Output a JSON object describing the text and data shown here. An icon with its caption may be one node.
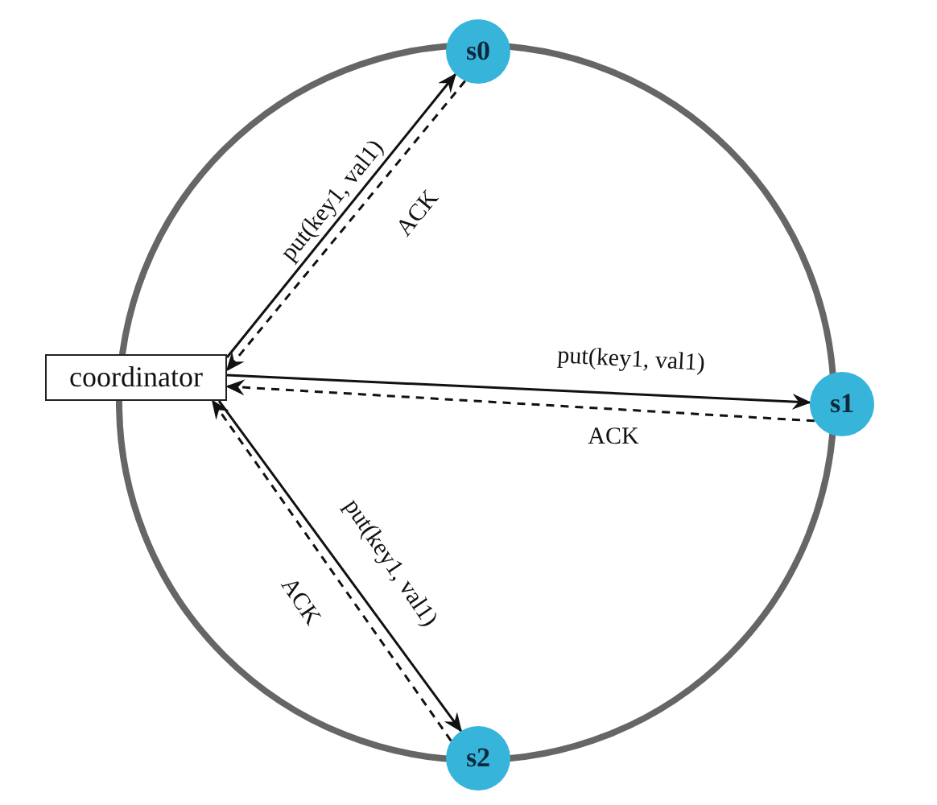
{
  "diagram": {
    "nodes": [
      {
        "text": [
          "coordinator"
        ]
      },
      {
        "text": [
          "s0"
        ]
      },
      {
        "text": [
          "s1"
        ]
      },
      {
        "text": [
          "s2"
        ]
      }
    ],
    "edges": [
      {
        "from": 0,
        "to": 1,
        "arrow": "to",
        "label": "put(key1, val1)"
      },
      {
        "from": 1,
        "to": 0,
        "arrow": "to",
        "label": "ACK",
        "style": "dashed"
      },
      {
        "from": 0,
        "to": 2,
        "arrow": "to",
        "label": "put(key1, val1)"
      },
      {
        "from": 2,
        "to": 0,
        "arrow": "to",
        "label": "ACK",
        "style": "dashed"
      },
      {
        "from": 0,
        "to": 3,
        "arrow": "to",
        "label": "put(key1, val1)"
      },
      {
        "from": 3,
        "to": 0,
        "arrow": "to",
        "label": "ACK",
        "style": "dashed"
      }
    ]
  }
}
